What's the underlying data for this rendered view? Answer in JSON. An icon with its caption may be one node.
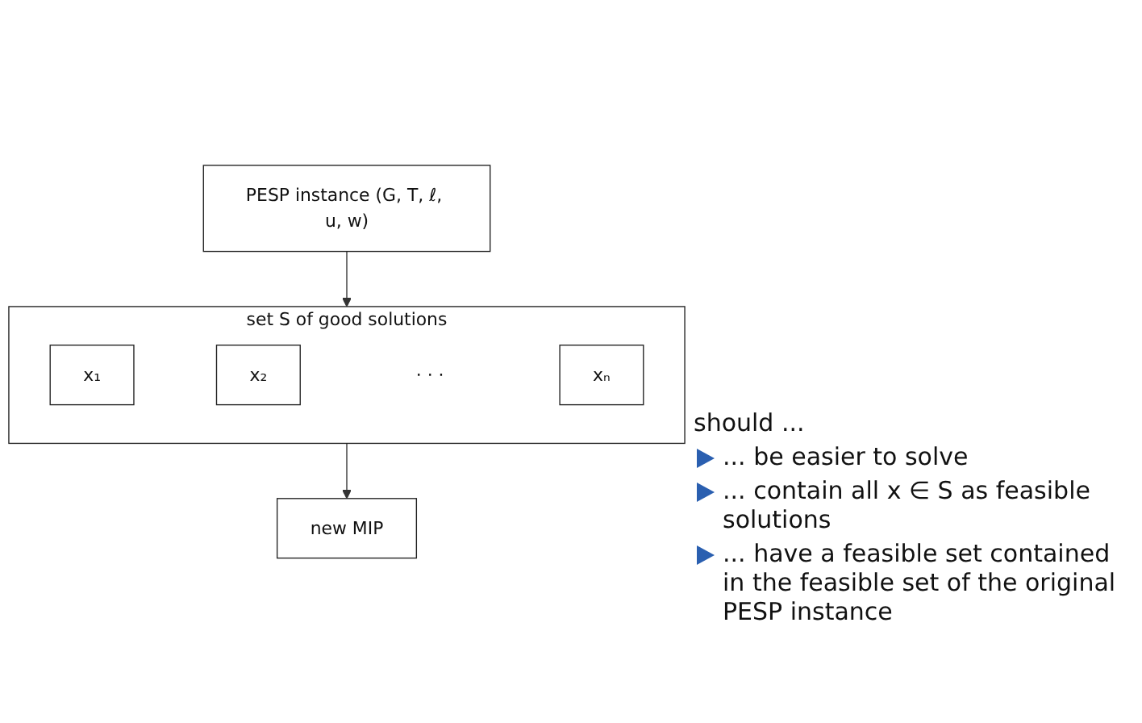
{
  "diagram": {
    "nodes": [
      {
        "text": [
          "PESP instance (G, T, ℓ, u, w)"
        ]
      },
      {
        "text": [
          "set S of good solutions",
          "· · ·"
        ]
      },
      {
        "text": [
          "x₁"
        ],
        "in": 1
      },
      {
        "text": [
          "x₂"
        ],
        "in": 1
      },
      {
        "text": [
          "xₙ"
        ],
        "in": 1
      },
      {
        "text": [
          "new MIP"
        ]
      }
    ],
    "edges": [
      {
        "from": 0,
        "to": 1,
        "arrow": "to"
      },
      {
        "from": 1,
        "to": 5,
        "arrow": "to"
      }
    ],
    "labels": [
      "should ...",
      "... be easier to solve",
      "... contain all x ∈ S as feasible solutions",
      "... have a feasible set contained in the feasible set of the original PESP instance"
    ]
  }
}
